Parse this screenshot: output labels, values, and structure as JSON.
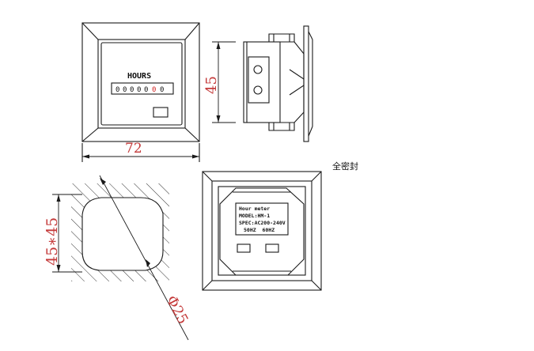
{
  "front_view": {
    "face_label": "HOURS",
    "counter_digits": [
      "0",
      "0",
      "0",
      "0",
      "0",
      "0",
      "0"
    ],
    "width_dimension": "72"
  },
  "side_view": {
    "height_dimension": "45"
  },
  "cutout_view": {
    "size_dimension": "45∗45",
    "diameter_dimension": "Φ25"
  },
  "rear_view": {
    "caption": "全密封",
    "label_lines": [
      "Hour meter",
      "MODEL:HM-1",
      "SPEC:AC200-240V",
      "50HZ  60HZ"
    ]
  },
  "colors": {
    "line": "#1a1a1a",
    "dimension_text": "#c43a3a",
    "hatch": "#333333",
    "red_digit": "#d22222"
  }
}
